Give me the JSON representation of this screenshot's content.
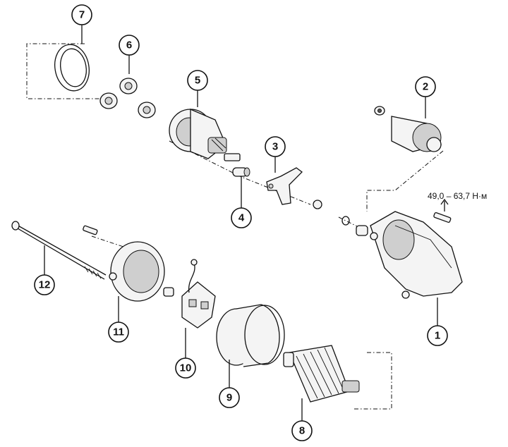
{
  "callouts": [
    {
      "id": "1",
      "label": "1"
    },
    {
      "id": "2",
      "label": "2"
    },
    {
      "id": "3",
      "label": "3"
    },
    {
      "id": "4",
      "label": "4"
    },
    {
      "id": "5",
      "label": "5"
    },
    {
      "id": "6",
      "label": "6"
    },
    {
      "id": "7",
      "label": "7"
    },
    {
      "id": "8",
      "label": "8"
    },
    {
      "id": "9",
      "label": "9"
    },
    {
      "id": "10",
      "label": "10"
    },
    {
      "id": "11",
      "label": "11"
    },
    {
      "id": "12",
      "label": "12"
    }
  ],
  "torque_label": "49,0 – 63,7 Н·м"
}
